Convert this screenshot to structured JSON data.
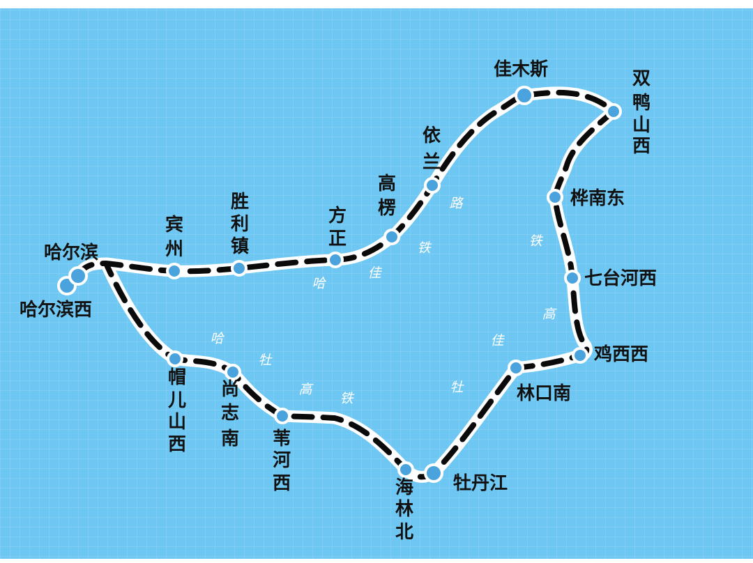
{
  "map": {
    "colors": {
      "water": "#6ec7f2",
      "grid": "#8dd3f5",
      "track_outline": "#ffffff",
      "track_dash": "#0a0a0a",
      "station_fill": "#4aa3dc",
      "station_ring": "#ffffff",
      "label_text": "#111111",
      "line_label_text": "#ffffff"
    },
    "stations": [
      {
        "id": "harbin_west",
        "name": "哈尔滨西"
      },
      {
        "id": "harbin",
        "name": "哈尔滨"
      },
      {
        "id": "binzhou",
        "name": "宾州"
      },
      {
        "id": "shenglizhen",
        "name": "胜利镇"
      },
      {
        "id": "fangzheng",
        "name": "方正"
      },
      {
        "id": "gaoleng",
        "name": "高楞"
      },
      {
        "id": "yilan",
        "name": "依兰"
      },
      {
        "id": "jiamusi",
        "name": "佳木斯"
      },
      {
        "id": "shuangyashan_west",
        "name": "双鸭山西"
      },
      {
        "id": "hua_nan_east",
        "name": "桦南东"
      },
      {
        "id": "qitaihe_west",
        "name": "七台河西"
      },
      {
        "id": "jixi_west",
        "name": "鸡西西"
      },
      {
        "id": "linkou_south",
        "name": "林口南"
      },
      {
        "id": "mudanjiang",
        "name": "牡丹江"
      },
      {
        "id": "hailin_north",
        "name": "海林北"
      },
      {
        "id": "weihe_west",
        "name": "苇河西"
      },
      {
        "id": "shangzhi_south",
        "name": "尚志南"
      },
      {
        "id": "maoershan_west",
        "name": "帽儿山西"
      }
    ],
    "line_labels": {
      "ha_jia_railway": [
        "哈",
        "佳",
        "铁",
        "路"
      ],
      "jia_mu_highspeed": [
        "铁",
        "高",
        "佳",
        "牡"
      ],
      "ha_mu_highspeed": [
        "哈",
        "牡",
        "高",
        "铁"
      ]
    }
  }
}
